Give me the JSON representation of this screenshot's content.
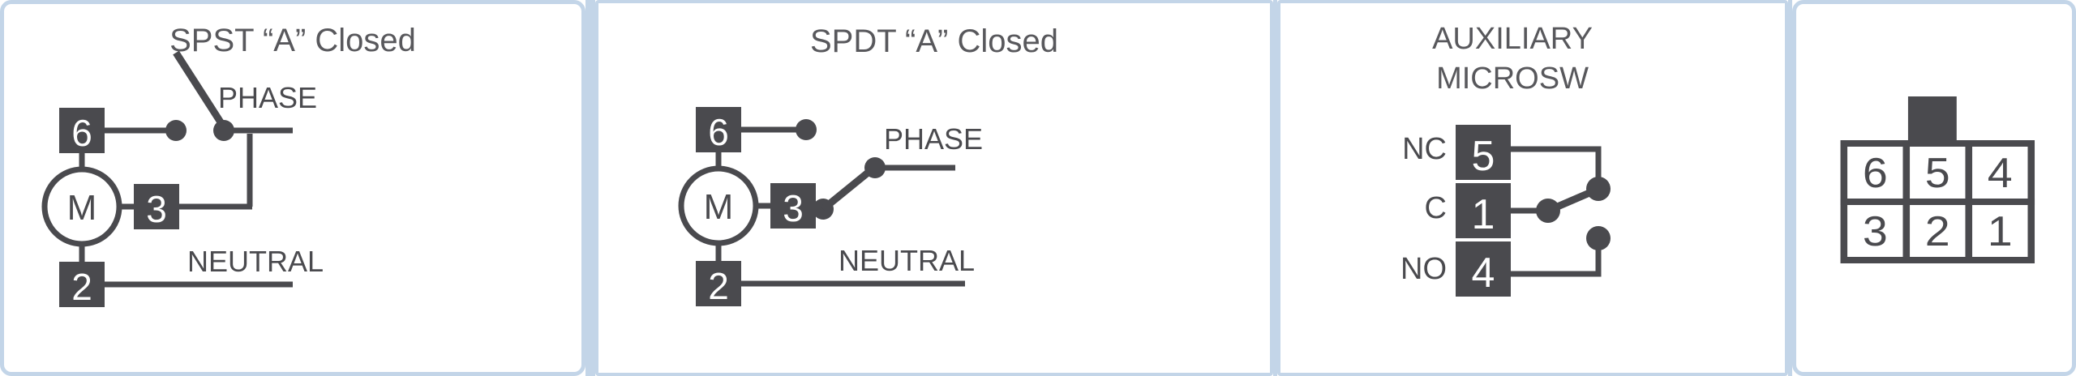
{
  "colors": {
    "panel_border": "#c3d5e8",
    "ink": "#4a4a4e",
    "title_ink": "#58585c",
    "background": "#ffffff"
  },
  "panels": [
    {
      "id": "spst",
      "title": "SPST “A” Closed",
      "terminals": [
        {
          "label": "6",
          "role": "motor-top"
        },
        {
          "label": "3",
          "role": "motor-side"
        },
        {
          "label": "2",
          "role": "motor-bottom"
        }
      ],
      "motor_label": "M",
      "rails": [
        {
          "label": "PHASE"
        },
        {
          "label": "NEUTRAL"
        }
      ],
      "switch_type": "SPST",
      "switch_state": "Closed"
    },
    {
      "id": "spdt",
      "title": "SPDT “A” Closed",
      "terminals": [
        {
          "label": "6",
          "role": "motor-top"
        },
        {
          "label": "3",
          "role": "motor-side"
        },
        {
          "label": "2",
          "role": "motor-bottom"
        }
      ],
      "motor_label": "M",
      "rails": [
        {
          "label": "PHASE"
        },
        {
          "label": "NEUTRAL"
        }
      ],
      "switch_type": "SPDT",
      "switch_state": "Closed"
    },
    {
      "id": "aux",
      "title_line1": "AUXILIARY",
      "title_line2": "MICROSW",
      "contacts": [
        {
          "name": "NC",
          "terminal": "5"
        },
        {
          "name": "C",
          "terminal": "1"
        },
        {
          "name": "NO",
          "terminal": "4"
        }
      ]
    },
    {
      "id": "terminal-block",
      "rows": [
        [
          "6",
          "5",
          "4"
        ],
        [
          "3",
          "2",
          "1"
        ]
      ],
      "tab_over_cell": "5"
    }
  ]
}
